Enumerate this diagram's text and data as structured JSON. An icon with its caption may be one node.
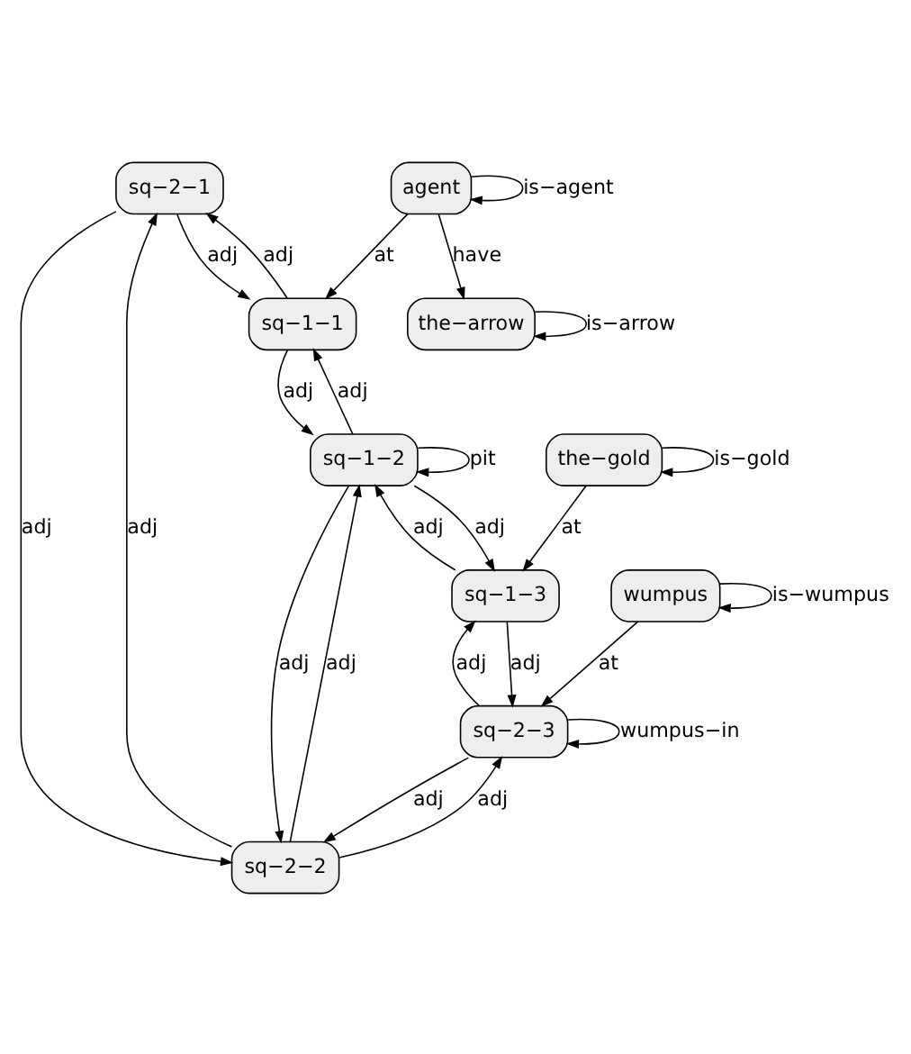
{
  "diagram": {
    "nodes": [
      {
        "text": [
          "sq−2−1"
        ]
      },
      {
        "text": [
          "sq−1−1"
        ]
      },
      {
        "text": [
          "agent"
        ]
      },
      {
        "text": [
          "sq−2−2"
        ]
      },
      {
        "text": [
          "sq−1−2"
        ]
      },
      {
        "text": [
          "the−arrow"
        ]
      },
      {
        "text": [
          "sq−2−3"
        ]
      },
      {
        "text": [
          "sq−1−3"
        ]
      },
      {
        "text": [
          "the−gold"
        ]
      },
      {
        "text": [
          "wumpus"
        ]
      }
    ],
    "edges": [
      {
        "from": 0,
        "to": 1,
        "arrow": "to",
        "label": "adj"
      },
      {
        "from": 1,
        "to": 0,
        "arrow": "to",
        "label": "adj"
      },
      {
        "from": 2,
        "to": 1,
        "arrow": "to",
        "label": "at"
      },
      {
        "from": 2,
        "to": 2,
        "arrow": "to",
        "label": "is−agent"
      },
      {
        "from": 0,
        "to": 3,
        "arrow": "to",
        "label": "adj"
      },
      {
        "from": 3,
        "to": 0,
        "arrow": "to",
        "label": "adj"
      },
      {
        "from": 1,
        "to": 4,
        "arrow": "to",
        "label": "adj"
      },
      {
        "from": 4,
        "to": 1,
        "arrow": "to",
        "label": "adj"
      },
      {
        "from": 2,
        "to": 5,
        "arrow": "to",
        "label": "have"
      },
      {
        "from": 3,
        "to": 4,
        "arrow": "to",
        "label": "adj"
      },
      {
        "from": 4,
        "to": 3,
        "arrow": "to",
        "label": "adj"
      },
      {
        "from": 4,
        "to": 4,
        "arrow": "to",
        "label": "pit"
      },
      {
        "from": 5,
        "to": 5,
        "arrow": "to",
        "label": "is−arrow"
      },
      {
        "from": 3,
        "to": 6,
        "arrow": "to",
        "label": "adj"
      },
      {
        "from": 6,
        "to": 3,
        "arrow": "to",
        "label": "adj"
      },
      {
        "from": 4,
        "to": 7,
        "arrow": "to",
        "label": "adj"
      },
      {
        "from": 7,
        "to": 4,
        "arrow": "to",
        "label": "adj"
      },
      {
        "from": 6,
        "to": 7,
        "arrow": "to",
        "label": "adj"
      },
      {
        "from": 7,
        "to": 6,
        "arrow": "to",
        "label": "adj"
      },
      {
        "from": 8,
        "to": 7,
        "arrow": "to",
        "label": "at"
      },
      {
        "from": 8,
        "to": 8,
        "arrow": "to",
        "label": "is−gold"
      },
      {
        "from": 6,
        "to": 6,
        "arrow": "to",
        "label": "wumpus−in"
      },
      {
        "from": 9,
        "to": 6,
        "arrow": "to",
        "label": "at"
      },
      {
        "from": 9,
        "to": 9,
        "arrow": "to",
        "label": "is−wumpus"
      }
    ]
  }
}
